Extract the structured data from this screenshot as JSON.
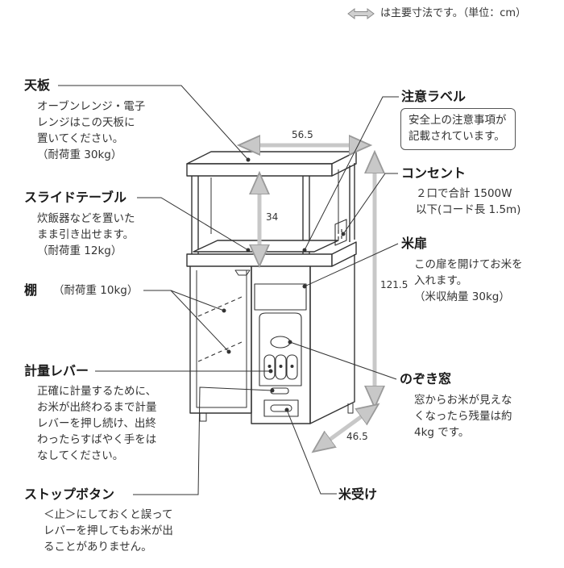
{
  "note": {
    "text": "は主要寸法です。（単位：cm）"
  },
  "labels": {
    "tenban": {
      "title": "天板",
      "desc": "オーブンレンジ・電子\nレンジはこの天板に\n置いてください。\n（耐荷重 30kg）"
    },
    "slide": {
      "title": "スライドテーブル",
      "desc": "炊飯器などを置いた\nまま引き出せます。\n（耐荷重 12kg）"
    },
    "tana": {
      "title": "棚",
      "desc": "（耐荷重 10kg）"
    },
    "lever": {
      "title": "計量レバー",
      "desc": "正確に計量するために、\nお米が出終わるまで計量\nレバーを押し続け、出終\nわったらすばやく手をは\nなしてください。"
    },
    "stop": {
      "title": "ストップボタン",
      "desc": "＜止＞にしておくと誤って\nレバーを押してもお米が出\nることがありません。"
    },
    "caution": {
      "title": "注意ラベル",
      "desc": "安全上の注意事項が\n記載されています。"
    },
    "outlet": {
      "title": "コンセント",
      "desc": "２口で合計 1500W\n以下(コード長 1.5m)"
    },
    "door": {
      "title": "米扉",
      "desc": "この扉を開けてお米を\n入れます。\n（米収納量 30kg）"
    },
    "window": {
      "title": "のぞき窓",
      "desc": "窓からお米が見えな\nくなったら残量は約\n4kg です。"
    },
    "receiver": {
      "title": "米受け"
    }
  },
  "dimensions": {
    "width": "56.5",
    "inner_height": "34",
    "height": "121.5",
    "depth": "46.5"
  },
  "colors": {
    "line": "#333333",
    "arrow": "#c8c8c8",
    "arrow_stroke": "#9a9a9a",
    "text": "#1a1a1a"
  }
}
